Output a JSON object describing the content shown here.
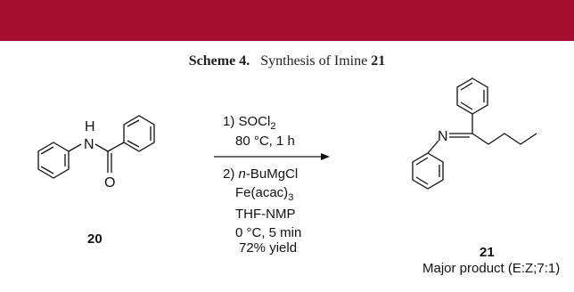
{
  "colors": {
    "band": "#a50f2d",
    "ink": "#111111"
  },
  "caption": {
    "label": "Scheme 4.",
    "text": "Synthesis of Imine ",
    "number": "21"
  },
  "atoms": {
    "n_h": "H",
    "n_amide": "N",
    "o_amide": "O",
    "n_imine": "N"
  },
  "reagents": {
    "step1": "1) SOCl",
    "step1_sub": "2",
    "step1_cond": "80 °C, 1 h",
    "step2_num": "2) ",
    "step2_it": "n",
    "step2_rest": "-BuMgCl",
    "fe_base": "Fe(acac)",
    "fe_sub": "3",
    "solvent": "THF-NMP",
    "cond2": "0 °C,  5 min",
    "yield": "72% yield"
  },
  "compounds": {
    "reactant_label": "20",
    "product_label": "21",
    "product_note": "Major product (E:Z;7:1)"
  }
}
